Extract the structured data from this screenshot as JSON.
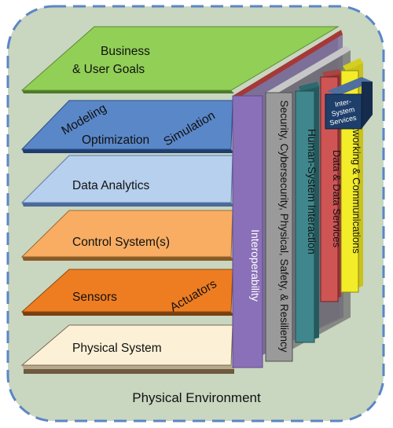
{
  "layers": {
    "business": {
      "line1": "Business",
      "line2": "& User Goals"
    },
    "modeling": {
      "modeling": "Modeling",
      "optimization": "Optimization",
      "simulation": "Simulation"
    },
    "analytics": {
      "label": "Data Analytics"
    },
    "control": {
      "label": "Control System(s)"
    },
    "sensors": {
      "sensors": "Sensors",
      "actuators": "Actuators"
    },
    "physical": {
      "label": "Physical System"
    }
  },
  "verticals": {
    "interoperability": "Interoperability",
    "security": "Security, Cybersecurity, Physical, Safety, & Resiliency",
    "human": "Human-System Interaction",
    "data": "Data & Data Services",
    "networking": "Networking & Communications",
    "intersystem": {
      "line1": "Inter-",
      "line2": "System",
      "line3": "Services"
    }
  },
  "environment": {
    "label": "Physical Environment"
  },
  "colors": {
    "environment_fill": "#c9d6c0",
    "environment_border": "#5b86c5",
    "business": "#92cf57",
    "modeling": "#5a87c8",
    "analytics": "#b6d0ee",
    "control": "#f8ad62",
    "sensors": "#ee7d22",
    "physical": "#fcf1d6",
    "interoperability": "#8a70b8",
    "security": "#9a9a9a",
    "human": "#3f878c",
    "data": "#cf5555",
    "networking": "#f3ec28",
    "intersystem": "#1f3f6b"
  }
}
